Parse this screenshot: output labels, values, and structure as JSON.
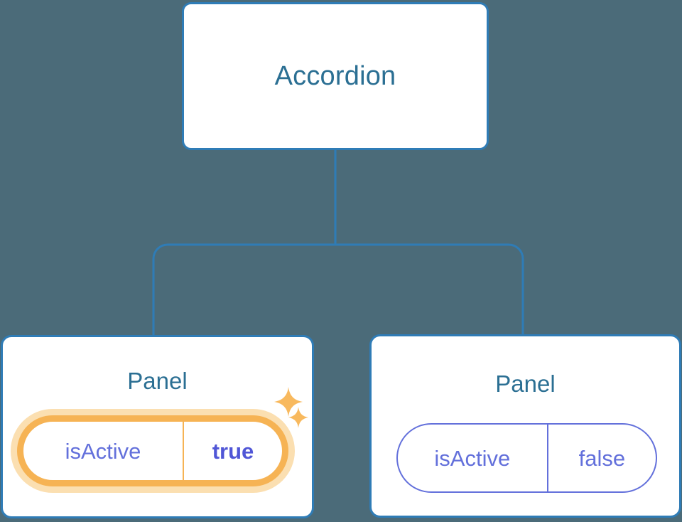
{
  "diagram": {
    "type": "component-tree",
    "background_color": "#4b6b79",
    "node_border_color": "#2f7cb6",
    "node_title_color": "#2b6f93",
    "connector_color": "#2f7cb6",
    "prop_color": "#6370db",
    "highlight_ring_color": "#f6b354",
    "highlight_glow_color": "#fbdfb1",
    "highlight_value_color": "#5056d6"
  },
  "root": {
    "label": "Accordion"
  },
  "panels": [
    {
      "label": "Panel",
      "prop": {
        "key": "isActive",
        "value": "true"
      },
      "highlighted": "true",
      "sparkles": [
        {
          "name": "sparkle-large-icon"
        },
        {
          "name": "sparkle-small-icon"
        }
      ]
    },
    {
      "label": "Panel",
      "prop": {
        "key": "isActive",
        "value": "false"
      },
      "highlighted": "false"
    }
  ],
  "connectors": {
    "trunk_from": "Accordion",
    "branches": [
      "Panel",
      "Panel"
    ]
  }
}
